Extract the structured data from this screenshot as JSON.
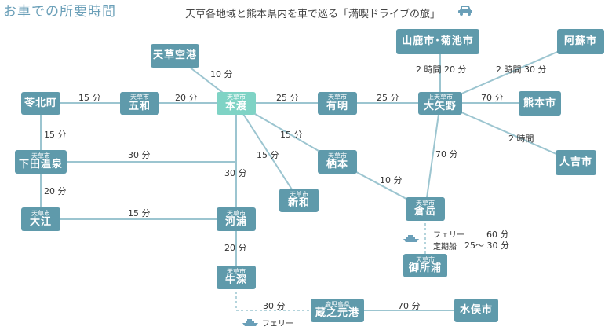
{
  "header": {
    "title": "お車での所要時間",
    "subtitle": "天草各地域と熊本県内を車で巡る「満喫ドライブの旅」",
    "icon": "car-icon"
  },
  "colors": {
    "node": "#5f9aab",
    "highlight": "#7fd3c5",
    "line": "#9cc5d0",
    "title": "#6a9fb8"
  },
  "nodes": {
    "amakusa_airport": {
      "prefix": "",
      "name": "天草空港"
    },
    "reihoku": {
      "prefix": "",
      "name": "苓北町"
    },
    "goryo": {
      "prefix": "天草市",
      "name": "五和"
    },
    "hondo": {
      "prefix": "天草市",
      "name": "本渡"
    },
    "ariake": {
      "prefix": "天草市",
      "name": "有明"
    },
    "oyano": {
      "prefix": "上天草市",
      "name": "大矢野"
    },
    "yamaga_kikuchi": {
      "prefix": "",
      "name": "山鹿市･菊池市"
    },
    "aso": {
      "prefix": "",
      "name": "阿蘇市"
    },
    "kumamoto": {
      "prefix": "",
      "name": "熊本市"
    },
    "hitoyoshi": {
      "prefix": "",
      "name": "人吉市"
    },
    "shimoda_onsen": {
      "prefix": "天草市",
      "name": "下田温泉"
    },
    "tomotomo": {
      "prefix": "天草市",
      "name": "栖本"
    },
    "shinwa": {
      "prefix": "天草市",
      "name": "新和"
    },
    "kuradake": {
      "prefix": "天草市",
      "name": "倉岳"
    },
    "oe": {
      "prefix": "天草市",
      "name": "大江"
    },
    "kawaura": {
      "prefix": "天草市",
      "name": "河浦"
    },
    "goshoura": {
      "prefix": "天草市",
      "name": "御所浦"
    },
    "ushibuka": {
      "prefix": "天草市",
      "name": "牛深"
    },
    "kuranomoto": {
      "prefix": "鹿児島県",
      "name": "蔵之元港"
    },
    "minamata": {
      "prefix": "",
      "name": "水俣市"
    }
  },
  "times": {
    "reihoku_goryo": "15 分",
    "goryo_hondo": "20 分",
    "airport_hondo": "10 分",
    "hondo_ariake": "25 分",
    "ariake_oyano": "25 分",
    "oyano_yamaga": "2 時間 20 分",
    "oyano_aso": "2 時間 30 分",
    "oyano_kumamoto": "70 分",
    "oyano_hitoyoshi": "2 時間",
    "oyano_kuradake": "70 分",
    "reihoku_shimoda": "15 分",
    "shimoda_hondo": "30 分",
    "hondo_tomotomo": "15 分",
    "hondo_shinwa": "15 分",
    "hondo_kawaura": "30 分",
    "tomotomo_kuradake": "10 分",
    "shimoda_oe": "20 分",
    "oe_kawaura": "15 分",
    "kawaura_ushibuka": "20 分",
    "ushibuka_kuranomoto": "30 分",
    "kuranomoto_minamata": "70 分"
  },
  "ferries": {
    "goshoura_ferry_label": "フェリー",
    "goshoura_ferry_time": "60 分",
    "goshoura_regular_label": "定期船",
    "goshoura_regular_time": "25～ 30 分",
    "ushibuka_ferry_label": "フェリー"
  }
}
